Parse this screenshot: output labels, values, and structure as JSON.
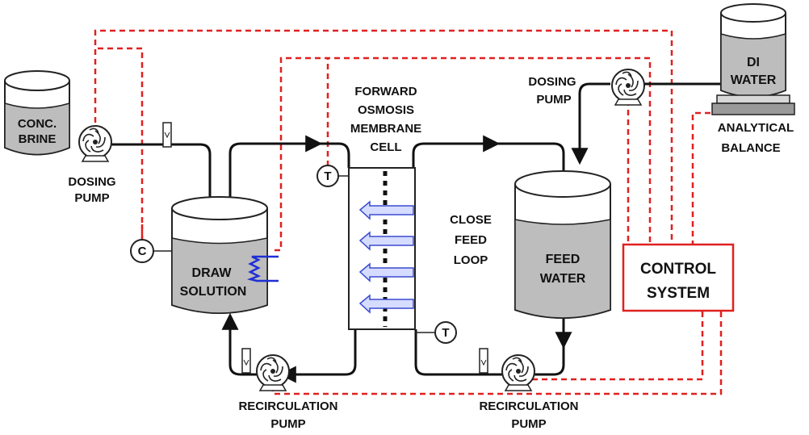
{
  "labels": {
    "conc_brine_line1": "CONC.",
    "conc_brine_line2": "BRINE",
    "dosing_pump_left_line1": "DOSING",
    "dosing_pump_left_line2": "PUMP",
    "draw_solution_line1": "DRAW",
    "draw_solution_line2": "SOLUTION",
    "fo_cell_line1": "FORWARD",
    "fo_cell_line2": "OSMOSIS",
    "fo_cell_line3": "MEMBRANE",
    "fo_cell_line4": "CELL",
    "close_loop_line1": "CLOSE",
    "close_loop_line2": "FEED",
    "close_loop_line3": "LOOP",
    "feed_water_line1": "FEED",
    "feed_water_line2": "WATER",
    "dosing_pump_right_line1": "DOSING",
    "dosing_pump_right_line2": "PUMP",
    "di_water_line1": "DI",
    "di_water_line2": "WATER",
    "balance_line1": "ANALYTICAL",
    "balance_line2": "BALANCE",
    "control_line1": "CONTROL",
    "control_line2": "SYSTEM",
    "recirc_left_line1": "RECIRCULATION",
    "recirc_left_line2": "PUMP",
    "recirc_right_line1": "RECIRCULATION",
    "recirc_right_line2": "PUMP",
    "sensor_conductivity": "C",
    "sensor_temp_top": "T",
    "sensor_temp_bottom": "T"
  },
  "colors": {
    "signal_line": "#e02020",
    "tank_liquid": "#bdbdbd",
    "heater_coil": "#1f2fd6",
    "flow_arrow_fill": "#d6dcff",
    "flow_arrow_stroke": "#3a4bd0",
    "control_box_border": "#e02020"
  },
  "icons": [
    "pump-icon",
    "flowmeter-icon",
    "heater-coil-icon",
    "sensor-icon",
    "flow-arrow-icon"
  ]
}
